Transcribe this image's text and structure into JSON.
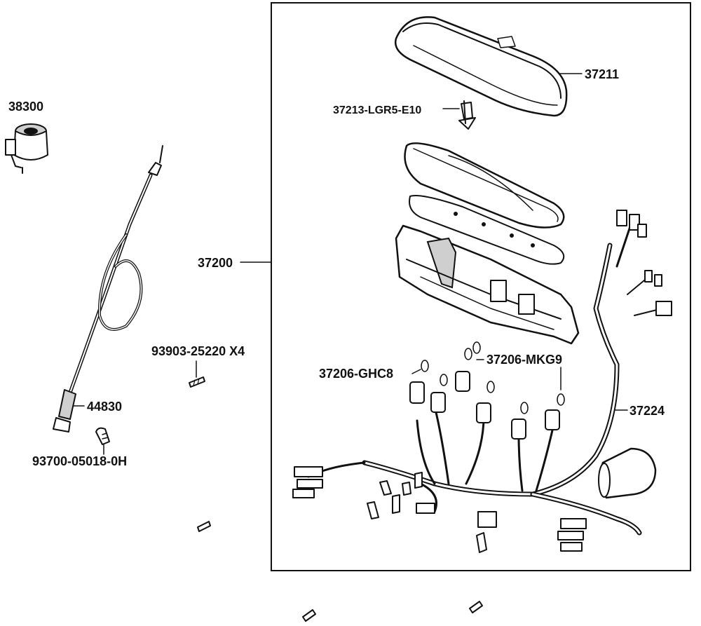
{
  "labels": {
    "p38300": "38300",
    "p37200": "37200",
    "p37211": "37211",
    "p37213": "37213-LGR5-E10",
    "p93903": "93903-25220 X4",
    "p37206_mkg9": "37206-MKG9",
    "p37206_ghc8": "37206-GHC8",
    "p44830": "44830",
    "p93700": "93700-05018-0H",
    "p37224": "37224"
  },
  "colors": {
    "line": "#111111",
    "background": "#ffffff",
    "shade": "#cfcfcf"
  }
}
